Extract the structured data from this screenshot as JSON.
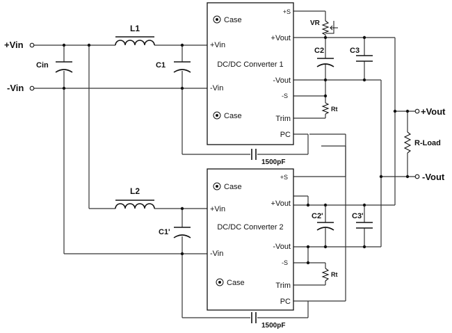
{
  "inputs": {
    "plus": "+Vin",
    "minus": "-Vin"
  },
  "outputs": {
    "plus": "+Vout",
    "minus": "-Vout",
    "load": "R-Load"
  },
  "components": {
    "cin": "Cin",
    "l1": "L1",
    "l2": "L2",
    "c1": "C1",
    "c1p": "C1'",
    "c2": "C2",
    "c2p": "C2'",
    "c3": "C3",
    "c3p": "C3'",
    "vr": "VR",
    "rt": "Rt",
    "cap_y": "1500pF"
  },
  "converters": [
    {
      "title": "DC/DC Converter 1",
      "case": "Case",
      "pins": {
        "vin_p": "+Vin",
        "vin_n": "-Vin",
        "sense_p": "+S",
        "vout_p": "+Vout",
        "vout_n": "-Vout",
        "sense_n": "-S",
        "trim": "Trim",
        "pc": "PC"
      }
    },
    {
      "title": "DC/DC Converter 2",
      "case": "Case",
      "pins": {
        "vin_p": "+Vin",
        "vin_n": "-Vin",
        "sense_p": "+S",
        "vout_p": "+Vout",
        "vout_n": "-Vout",
        "sense_n": "-S",
        "trim": "Trim",
        "pc": "PC"
      }
    }
  ]
}
